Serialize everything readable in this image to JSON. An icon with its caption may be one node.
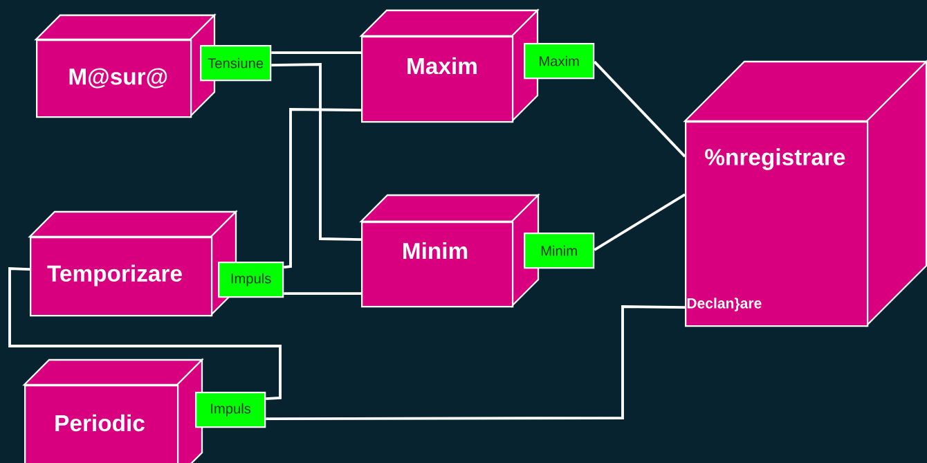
{
  "diagram": {
    "nodes": [
      {
        "text": [
          "M@sur@"
        ]
      },
      {
        "text": [
          "Maxim"
        ]
      },
      {
        "text": [
          "Minim"
        ]
      },
      {
        "text": [
          "Temporizare"
        ]
      },
      {
        "text": [
          "Periodic"
        ]
      },
      {
        "text": [
          "%nregistrare",
          "Declan}are"
        ]
      },
      {
        "text": [
          "Tensiune"
        ]
      },
      {
        "text": [
          "Maxim"
        ]
      },
      {
        "text": [
          "Minim"
        ]
      },
      {
        "text": [
          "Impuls"
        ]
      },
      {
        "text": [
          "Impuls"
        ]
      }
    ],
    "edges": [
      {
        "from": 6,
        "to": 1,
        "arrow": "none"
      },
      {
        "from": 6,
        "to": 2,
        "arrow": "none"
      },
      {
        "from": 9,
        "to": 1,
        "arrow": "none"
      },
      {
        "from": 9,
        "to": 2,
        "arrow": "none"
      },
      {
        "from": 7,
        "to": 5,
        "arrow": "none"
      },
      {
        "from": 8,
        "to": 5,
        "arrow": "none"
      },
      {
        "from": 3,
        "to": 10,
        "arrow": "none"
      },
      {
        "from": 10,
        "to": 5,
        "arrow": "none"
      }
    ]
  }
}
